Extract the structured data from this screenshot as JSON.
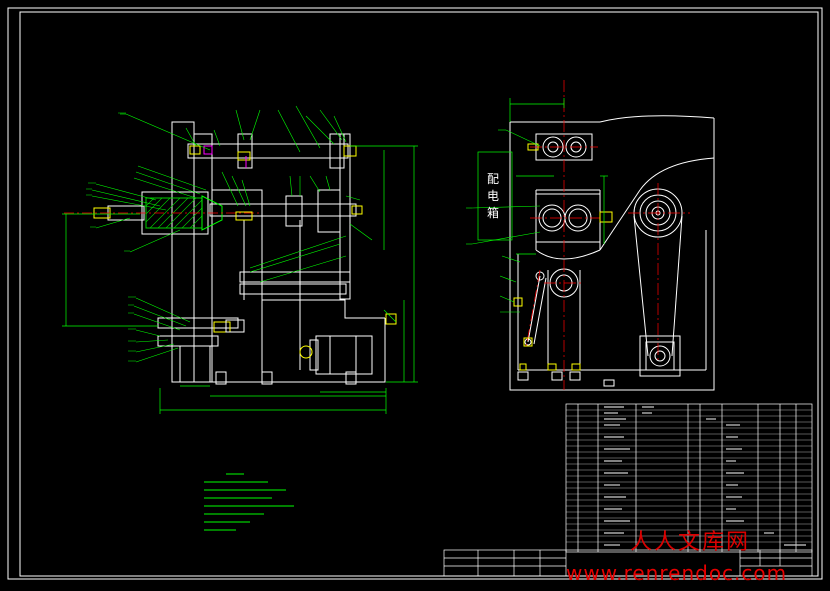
{
  "drawing": {
    "background": "#000000",
    "line_colors": {
      "outline": "#ffffff",
      "leader": "#00ff00",
      "dimension": "#00ff00",
      "hatch": "#00cc00",
      "center_line": "#ff0000",
      "accent_yellow": "#ffff00",
      "accent_magenta": "#ff00ff",
      "accent_cyan": "#00ffff"
    }
  },
  "side_label": {
    "chars": [
      "配",
      "电",
      "箱"
    ]
  },
  "watermark": {
    "line1": "人人文库网",
    "line2": "www.renrendoc.com",
    "color": "#e60000"
  }
}
